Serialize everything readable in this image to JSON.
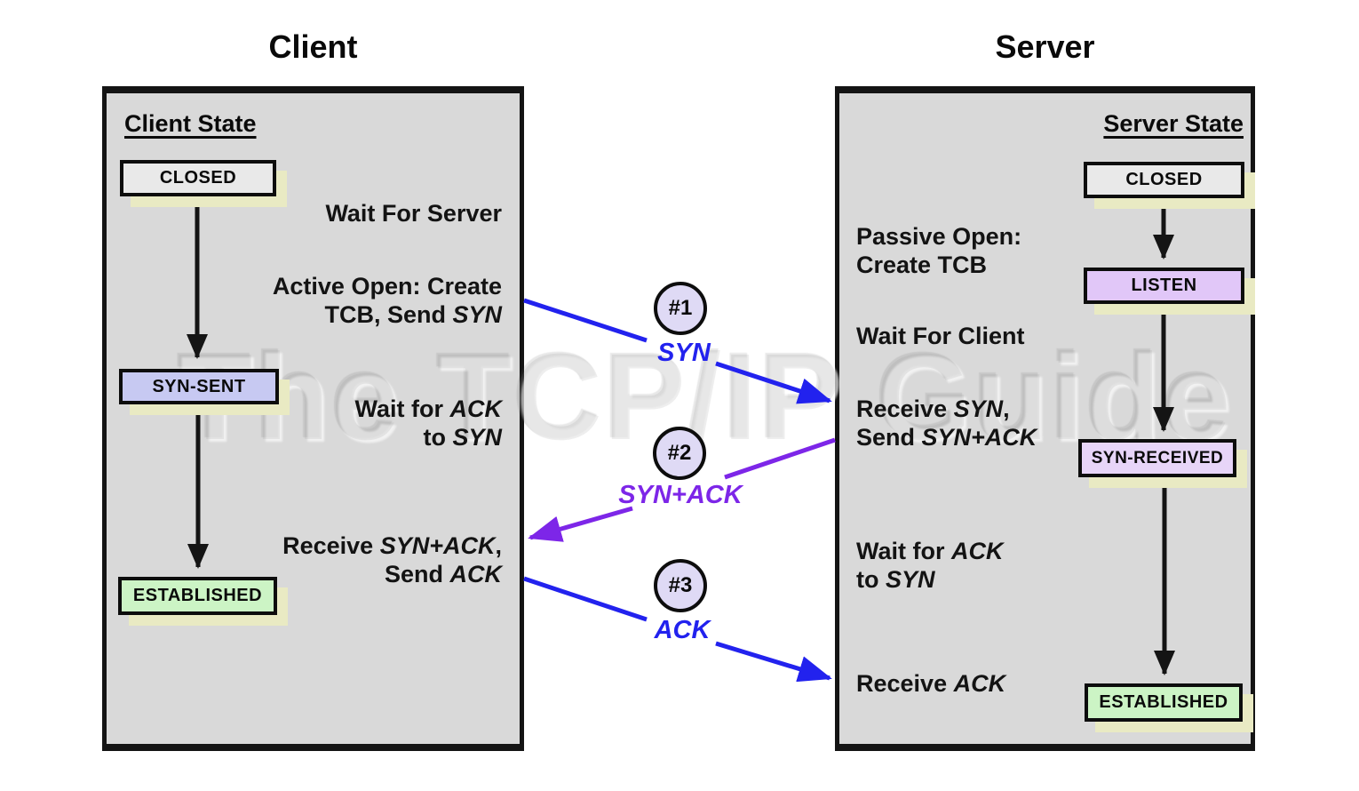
{
  "watermark": "The TCP/IP Guide",
  "colors": {
    "panel_bg": "#d9d9d9",
    "closed_fill": "#e9e9e9",
    "syn_sent_fill": "#c7c9f2",
    "listen_fill": "#e1c7f8",
    "syn_received_fill": "#e7d5f8",
    "established_fill": "#ccf4c5",
    "box_shadow": "#e9eac3",
    "circle_fill": "#dfdaf5",
    "arrow_blue": "#2222ee",
    "arrow_purple": "#7d26e8"
  },
  "client": {
    "title": "Client",
    "heading": "Client State",
    "states": {
      "closed": "CLOSED",
      "syn_sent": "SYN-SENT",
      "established": "ESTABLISHED"
    },
    "notes": {
      "wait_server": "Wait For Server",
      "active_open": {
        "l1": "Active Open: Create",
        "l2_pre": "TCB, Send ",
        "l2_it": "SYN"
      },
      "wait_ack": {
        "l1_pre": "Wait for ",
        "l1_it": "ACK",
        "l2_pre": "to ",
        "l2_it": "SYN"
      },
      "receive": {
        "l1_pre": "Receive ",
        "l1_it": "SYN+ACK",
        "l1_post": ",",
        "l2_pre": "Send ",
        "l2_it": "ACK"
      }
    }
  },
  "server": {
    "title": "Server",
    "heading": "Server State",
    "states": {
      "closed": "CLOSED",
      "listen": "LISTEN",
      "syn_received": "SYN-RECEIVED",
      "established": "ESTABLISHED"
    },
    "notes": {
      "passive_open": {
        "l1": "Passive Open:",
        "l2": "Create TCB"
      },
      "wait_client": "Wait For Client",
      "receive_syn": {
        "l1_pre": "Receive ",
        "l1_it": "SYN",
        "l1_post": ",",
        "l2_pre": "Send ",
        "l2_it": "SYN+ACK"
      },
      "wait_ack": {
        "l1_pre": "Wait for ",
        "l1_it": "ACK",
        "l2_pre": "to ",
        "l2_it": "SYN"
      },
      "receive_ack": {
        "pre": "Receive ",
        "it": "ACK"
      }
    }
  },
  "messages": [
    {
      "num": "#1",
      "label": "SYN",
      "color": "#2222ee"
    },
    {
      "num": "#2",
      "label": "SYN+ACK",
      "color": "#7d26e8"
    },
    {
      "num": "#3",
      "label": "ACK",
      "color": "#2222ee"
    }
  ]
}
